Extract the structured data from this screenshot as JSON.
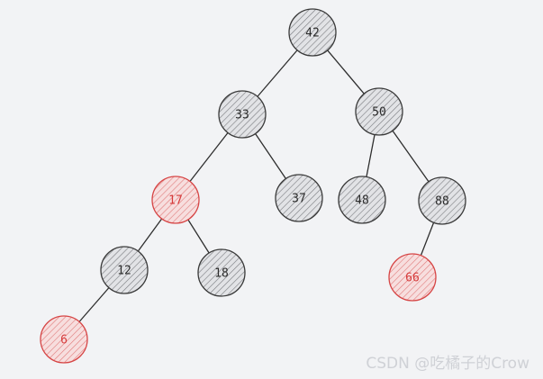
{
  "colors": {
    "background": "#f2f3f5",
    "black_fill": "#d6d7da",
    "black_stroke": "#3a3a3a",
    "black_text": "#2b2b2b",
    "red_fill": "#f6d3d3",
    "red_stroke": "#d64545",
    "red_text": "#d63a3a",
    "edge": "#2e2e2e",
    "watermark": "#cfd1d6"
  },
  "tree": {
    "nodes": [
      {
        "id": "n42",
        "label": "42",
        "color": "black"
      },
      {
        "id": "n33",
        "label": "33",
        "color": "black"
      },
      {
        "id": "n50",
        "label": "50",
        "color": "black"
      },
      {
        "id": "n17",
        "label": "17",
        "color": "red"
      },
      {
        "id": "n37",
        "label": "37",
        "color": "black"
      },
      {
        "id": "n48",
        "label": "48",
        "color": "black"
      },
      {
        "id": "n88",
        "label": "88",
        "color": "black"
      },
      {
        "id": "n12",
        "label": "12",
        "color": "black"
      },
      {
        "id": "n18",
        "label": "18",
        "color": "black"
      },
      {
        "id": "n66",
        "label": "66",
        "color": "red"
      },
      {
        "id": "n6",
        "label": "6",
        "color": "red"
      }
    ],
    "edges": [
      {
        "from": "n42",
        "to": "n33"
      },
      {
        "from": "n42",
        "to": "n50"
      },
      {
        "from": "n33",
        "to": "n17"
      },
      {
        "from": "n33",
        "to": "n37"
      },
      {
        "from": "n50",
        "to": "n48"
      },
      {
        "from": "n50",
        "to": "n88"
      },
      {
        "from": "n17",
        "to": "n12"
      },
      {
        "from": "n17",
        "to": "n18"
      },
      {
        "from": "n88",
        "to": "n66"
      },
      {
        "from": "n12",
        "to": "n6"
      }
    ]
  },
  "watermark": "CSDN @吃橘子的Crow"
}
